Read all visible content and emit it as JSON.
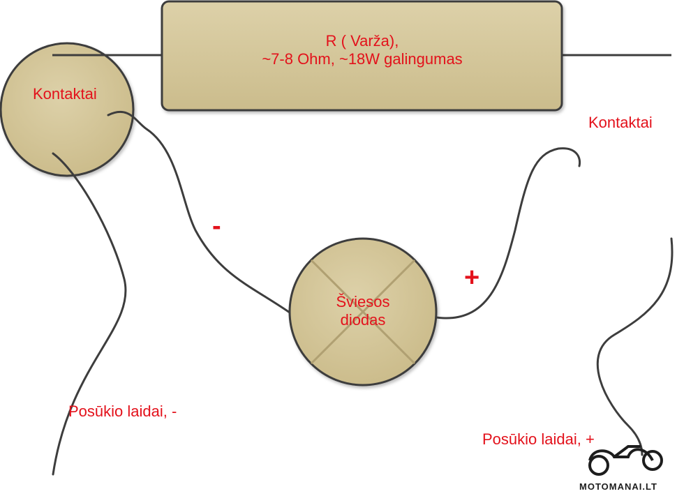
{
  "resistor": {
    "line1": "R ( Varža),",
    "line2": "~7-8 Ohm, ~18W galingumas"
  },
  "contacts": {
    "left": "Kontaktai",
    "right": "Kontaktai"
  },
  "led": {
    "line1": "Šviesos",
    "line2": "diodas"
  },
  "polarity": {
    "minus": "-",
    "plus": "+"
  },
  "wires": {
    "left": "Posūkio laidai, -",
    "right": "Posūkio laidai, +"
  },
  "watermark": {
    "text": "MOTOMANAI.LT"
  },
  "colors": {
    "label": "#e3111b",
    "component_fill": "#d8cba0",
    "outline": "#3d3d3d"
  }
}
